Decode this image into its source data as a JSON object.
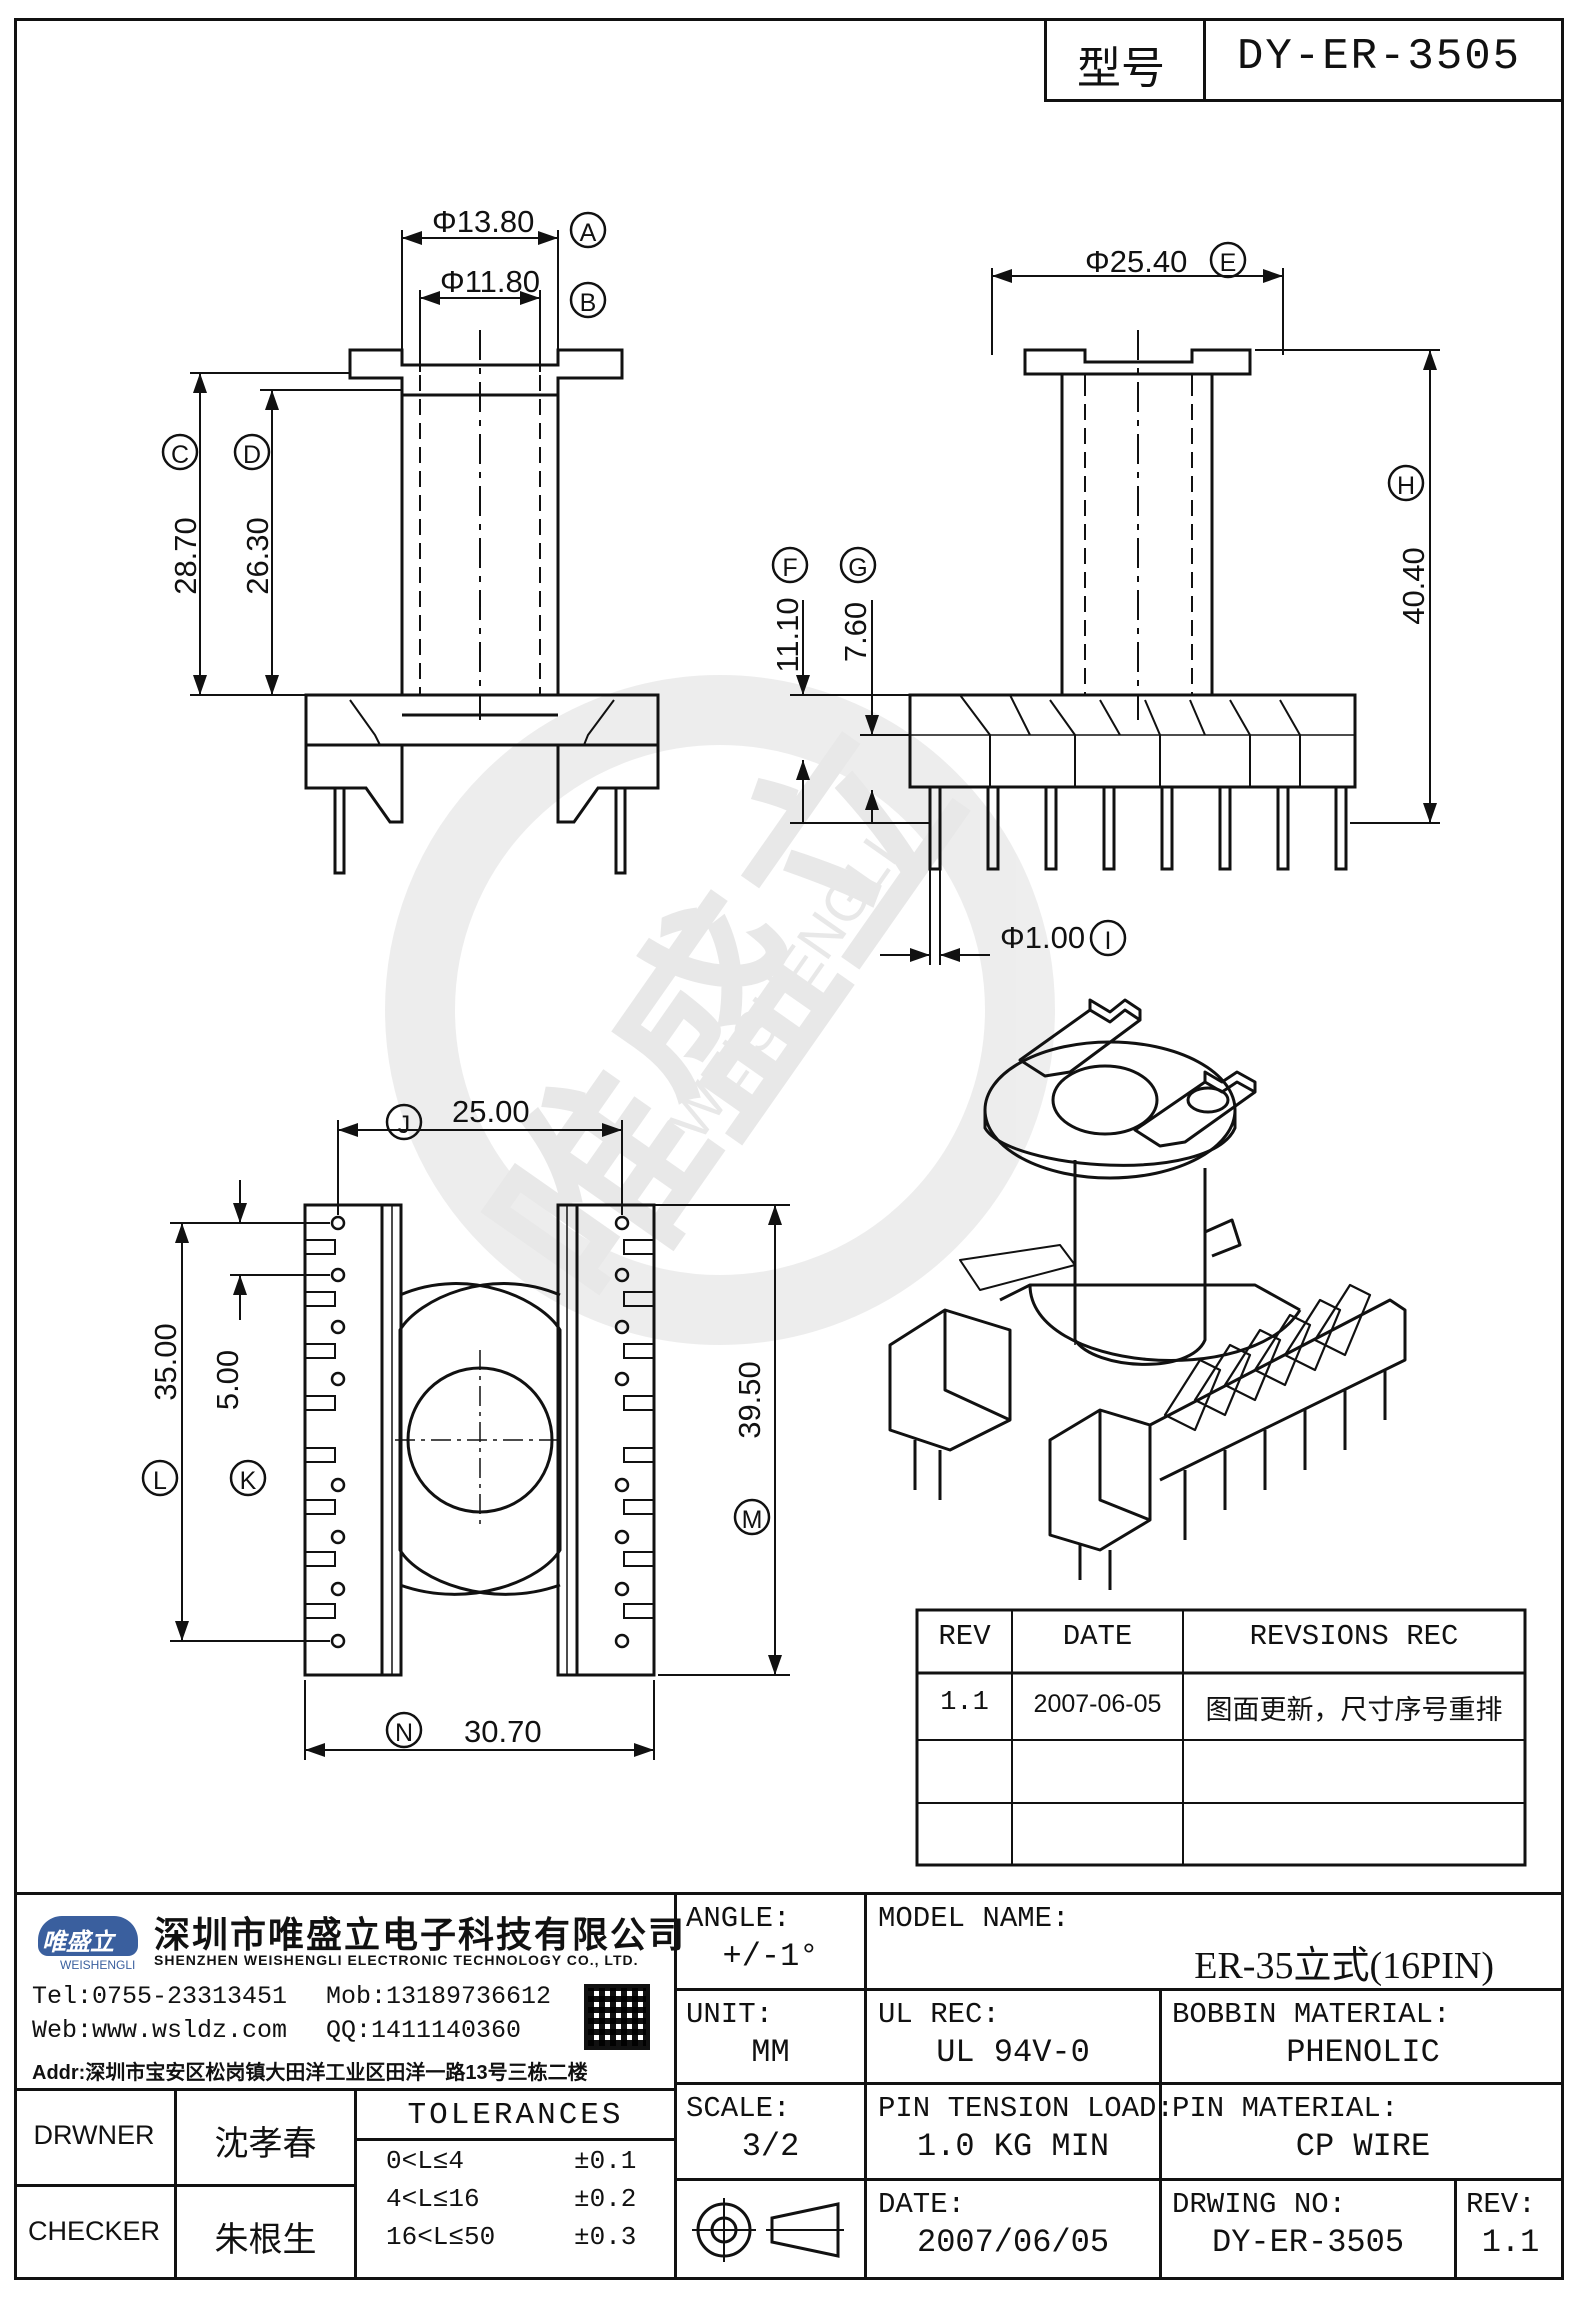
{
  "header": {
    "type_label": "型号",
    "type_value": "DY-ER-3505"
  },
  "dimensions": {
    "A": {
      "letter": "A",
      "value": "Φ13.80"
    },
    "B": {
      "letter": "B",
      "value": "Φ11.80"
    },
    "C": {
      "letter": "C",
      "value": "28.70"
    },
    "D": {
      "letter": "D",
      "value": "26.30"
    },
    "E": {
      "letter": "E",
      "value": "Φ25.40"
    },
    "F": {
      "letter": "F",
      "value": "11.10"
    },
    "G": {
      "letter": "G",
      "value": "7.60"
    },
    "H": {
      "letter": "H",
      "value": "40.40"
    },
    "I": {
      "letter": "I",
      "value": "Φ1.00"
    },
    "J": {
      "letter": "J",
      "value": "25.00"
    },
    "K": {
      "letter": "K",
      "value": "5.00"
    },
    "L": {
      "letter": "L",
      "value": "35.00"
    },
    "M": {
      "letter": "M",
      "value": "39.50"
    },
    "N": {
      "letter": "N",
      "value": "30.70"
    }
  },
  "watermark": {
    "chinese": "唯盛立",
    "latin": "WEISHENGLI"
  },
  "revisions": {
    "headers": [
      "REV",
      "DATE",
      "REVSIONS REC"
    ],
    "rows": [
      [
        "1.1",
        "2007-06-05",
        "图面更新，尺寸序号重排"
      ],
      [
        "",
        "",
        ""
      ],
      [
        "",
        "",
        ""
      ]
    ]
  },
  "company": {
    "logo_text": "唯盛立",
    "logo_sub": "WEISHENGLI",
    "name_cn": "深圳市唯盛立电子科技有限公司",
    "name_en": "SHENZHEN WEISHENGLI ELECTRONIC TECHNOLOGY CO., LTD.",
    "tel": "Tel:0755-23313451",
    "mob": "Mob:13189736612",
    "web": "Web:www.wsldz.com",
    "qq": "QQ:1411140360",
    "addr": "Addr:深圳市宝安区松岗镇大田洋工业区田洋一路13号三栋二楼"
  },
  "title_block": {
    "angle_label": "ANGLE:",
    "angle_value": "+/-1°",
    "model_label": "MODEL NAME:",
    "model_value": "ER-35立式(16PIN)",
    "unit_label": "UNIT:",
    "unit_value": "MM",
    "ul_label": "UL REC:",
    "ul_value": "UL 94V-0",
    "bobbin_label": "BOBBIN MATERIAL:",
    "bobbin_value": "PHENOLIC",
    "scale_label": "SCALE:",
    "scale_value": "3/2",
    "tension_label": "PIN TENSION LOAD:",
    "tension_value": "1.0 KG MIN",
    "pin_label": "PIN MATERIAL:",
    "pin_value": "CP WIRE",
    "date_label": "DATE:",
    "date_value": "2007/06/05",
    "drwing_label": "DRWING NO:",
    "drwing_value": "DY-ER-3505",
    "rev_label": "REV:",
    "rev_value": "1.1",
    "drawer_label": "DRWNER",
    "drawer_name": "沈孝春",
    "checker_label": "CHECKER",
    "checker_name": "朱根生",
    "tol_title": "TOLERANCES",
    "tol_rows": [
      [
        "0<L≤4",
        "±0.1"
      ],
      [
        "4<L≤16",
        "±0.2"
      ],
      [
        "16<L≤50",
        "±0.3"
      ]
    ]
  }
}
